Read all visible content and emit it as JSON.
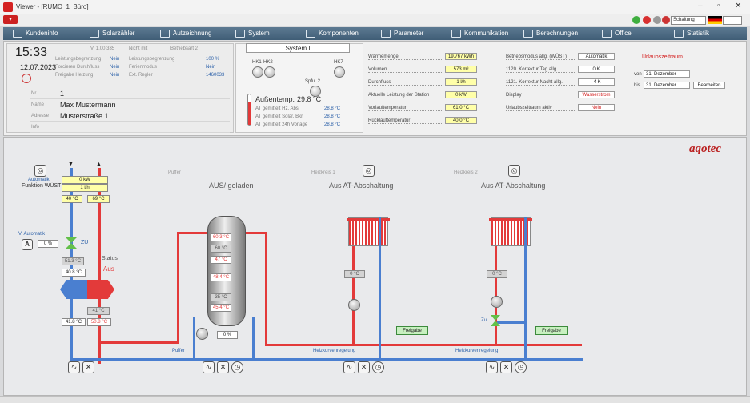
{
  "window": {
    "title": "Viewer - [RUMO_1_Büro]"
  },
  "toolbar": {
    "language_label": "Schaltung"
  },
  "nav": [
    {
      "label": "Kundeninfo",
      "icon": "person-icon"
    },
    {
      "label": "Solarzähler",
      "icon": "gauge-icon"
    },
    {
      "label": "Aufzeichnung",
      "icon": "chart-icon"
    },
    {
      "label": "System",
      "icon": "tools-icon"
    },
    {
      "label": "Komponenten",
      "icon": "components-icon"
    },
    {
      "label": "Parameter",
      "icon": "sliders-icon"
    },
    {
      "label": "Kommunikation",
      "icon": "network-icon"
    },
    {
      "label": "Berechnungen",
      "icon": "calc-icon"
    },
    {
      "label": "Office",
      "icon": "office-icon"
    },
    {
      "label": "Statistik",
      "icon": "stats-icon"
    }
  ],
  "info": {
    "time": "15:33",
    "date": "12.07.2023",
    "head_labels": [
      "V. 1.00.335",
      "Nicht mit",
      "Betriebsart 2"
    ],
    "flags": [
      {
        "label": "Leistungsbegrenzung",
        "value": "Nein"
      },
      {
        "label": "Forcieren Durchfluss",
        "value": "Nein"
      },
      {
        "label": "Freigabe Heizung",
        "value": "Nein"
      }
    ],
    "flags2": [
      {
        "label": "Leistungsbegrenzung",
        "value": "100 %"
      },
      {
        "label": "Ferienmodus",
        "value": "Nein"
      },
      {
        "label": "Ext. Regler",
        "value": "1460033"
      }
    ],
    "customer": [
      {
        "label": "Nr.",
        "value": "1"
      },
      {
        "label": "Name",
        "value": "Max Mustermann"
      },
      {
        "label": "Adresse",
        "value": "Musterstraße 1"
      },
      {
        "label": "Info",
        "value": ""
      }
    ]
  },
  "system": {
    "title": "System I",
    "hk_labels": [
      "HK1",
      "HK2",
      "HK7"
    ],
    "spfu": "Spfu. 2",
    "outdoor_label": "Außentemp.",
    "outdoor_value": "29.8 °C",
    "at_rows": [
      {
        "label": "AT gemittelt Hz. Abs.",
        "value": "28.8 °C"
      },
      {
        "label": "AT gemittelt Solar. Bkr.",
        "value": "28.8 °C"
      },
      {
        "label": "AT gemittelt 24h Vorlage",
        "value": "28.8 °C"
      }
    ]
  },
  "values": [
    {
      "label": "Wärmemenge",
      "value": "19.767 kWh"
    },
    {
      "label": "Volumen",
      "value": "573 m³"
    },
    {
      "label": "Durchfluss",
      "value": "1 l/h"
    },
    {
      "label": "Aktuelle Leistung der Station",
      "value": "0 kW"
    },
    {
      "label": "Vorlauftemperatur",
      "value": "61.0 °C"
    },
    {
      "label": "Rücklauftemperatur",
      "value": "40.0 °C"
    }
  ],
  "modes": [
    {
      "label": "Betriebsmodus allg. (WÜST)",
      "value": "Automatik"
    },
    {
      "label": "1120. Korrektur Tag allg.",
      "value": "0 K"
    },
    {
      "label": "1121. Korrektur Nacht allg.",
      "value": "-4 K"
    },
    {
      "label": "Display",
      "value": "Wasserstrom"
    },
    {
      "label": "Urlaubszeitraum aktiv",
      "value": "Nein"
    }
  ],
  "vacation": {
    "title": "Urlaubszeitraum",
    "from_label": "von",
    "to_label": "bis",
    "from_value": "31. Dezember",
    "to_value": "31. Dezember",
    "edit_label": "Bearbeiten"
  },
  "brand": "aqotec",
  "diagram": {
    "station": {
      "mode_label": "Automatik",
      "function_label": "Funktion WÜST",
      "power": "0 kW",
      "flow": "1 l/h",
      "supply": "40 °C",
      "return": "69 °C",
      "valve_label": "V. Automatik",
      "valve_value": "0 %",
      "valve_tag": "ZU",
      "grey_temp": "51.3 °C",
      "temp_before_hx": "40.8 °C",
      "status_label": "Status",
      "status_value": "Aus",
      "hx_lower": "41 °C",
      "temp_out_left": "41.8 °C",
      "temp_out_right": "50.8 °C",
      "a_button": "A"
    },
    "buffer": {
      "header": "Puffer",
      "title": "AUS/ geladen",
      "temps": [
        "60.3 °C",
        "60 °C",
        "47 °C",
        "48.4 °C",
        "35 °C",
        "45.4 °C"
      ],
      "percent": "0 %",
      "pipe_label": "Puffer"
    },
    "hk1": {
      "header": "Heizkreis 1",
      "title": "Aus AT-Abschaltung",
      "temp": "0 °C",
      "release": "Freigabe",
      "pipe_label": "Heizkurvenregelung"
    },
    "hk2": {
      "header": "Heizkreis 2",
      "title": "Aus AT-Abschaltung",
      "temp": "0 °C",
      "valve_tag": "Zu",
      "release": "Freigabe",
      "pipe_label": "Heizkurvenregelung"
    }
  },
  "colors": {
    "hot": "#e33a3a",
    "cold": "#4a7fd0",
    "nav": "#4b6882",
    "accent": "#d42222"
  }
}
